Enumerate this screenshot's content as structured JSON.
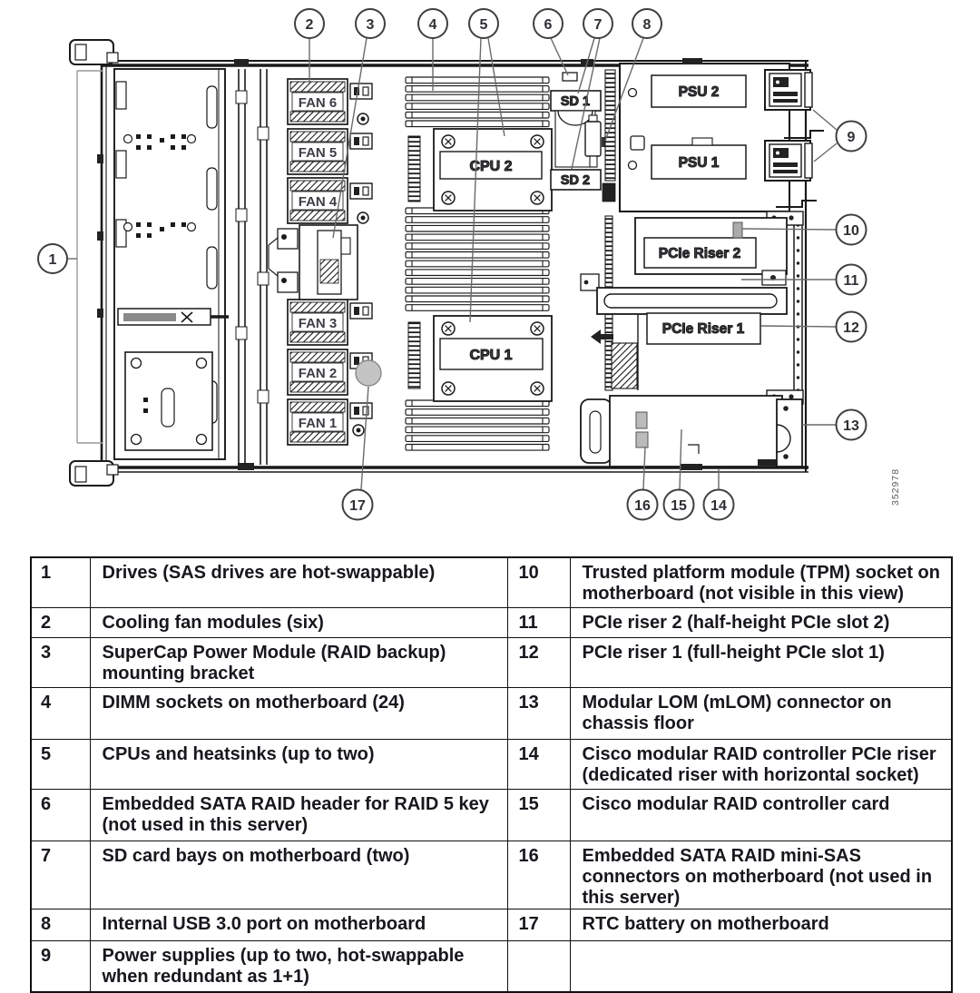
{
  "figure": {
    "callouts": [
      "1",
      "2",
      "3",
      "4",
      "5",
      "6",
      "7",
      "8",
      "9",
      "10",
      "11",
      "12",
      "13",
      "14",
      "15",
      "16",
      "17"
    ],
    "labels": {
      "fan6": "FAN 6",
      "fan5": "FAN 5",
      "fan4": "FAN 4",
      "fan3": "FAN 3",
      "fan2": "FAN 2",
      "fan1": "FAN 1",
      "cpu2": "CPU 2",
      "cpu1": "CPU 1",
      "sd1": "SD 1",
      "sd2": "SD 2",
      "psu2": "PSU 2",
      "psu1": "PSU 1",
      "riser2": "PCIe Riser 2",
      "riser1": "PCIe Riser 1"
    },
    "figure_number": "352978",
    "colors": {
      "line": "#1a1a1a",
      "leader": "#6a6a6a",
      "callout_stroke": "#3f3f3f",
      "battery_fill": "#c4c4c4",
      "tpm_fill": "#ababab"
    }
  },
  "legend": {
    "rows": [
      {
        "n1": "1",
        "d1": "Drives (SAS drives are hot-swappable)",
        "n2": "10",
        "d2": "Trusted platform module (TPM) socket on motherboard (not visible in this view)"
      },
      {
        "n1": "2",
        "d1": "Cooling fan modules (six)",
        "n2": "11",
        "d2": "PCIe riser 2 (half-height PCIe slot 2)"
      },
      {
        "n1": "3",
        "d1": "SuperCap Power Module (RAID backup) mounting bracket",
        "n2": "12",
        "d2": "PCIe riser 1 (full-height PCIe slot 1)"
      },
      {
        "n1": "4",
        "d1": "DIMM sockets on motherboard (24)",
        "n2": "13",
        "d2": "Modular LOM (mLOM) connector on chassis floor"
      },
      {
        "n1": "5",
        "d1": "CPUs and heatsinks (up to two)",
        "n2": "14",
        "d2": "Cisco modular RAID controller PCIe riser (dedicated riser with horizontal socket)"
      },
      {
        "n1": "6",
        "d1": "Embedded SATA RAID header for RAID 5 key (not used in this server)",
        "n2": "15",
        "d2": "Cisco modular RAID controller card"
      },
      {
        "n1": "7",
        "d1": "SD card bays on motherboard (two)",
        "n2": "16",
        "d2": "Embedded SATA RAID mini-SAS connectors on motherboard (not used in this server)"
      },
      {
        "n1": "8",
        "d1": "Internal USB 3.0 port on motherboard",
        "n2": "17",
        "d2": "RTC battery on motherboard"
      },
      {
        "n1": "9",
        "d1": "Power supplies (up to two, hot-swappable when redundant as 1+1)",
        "n2": "",
        "d2": ""
      }
    ]
  }
}
